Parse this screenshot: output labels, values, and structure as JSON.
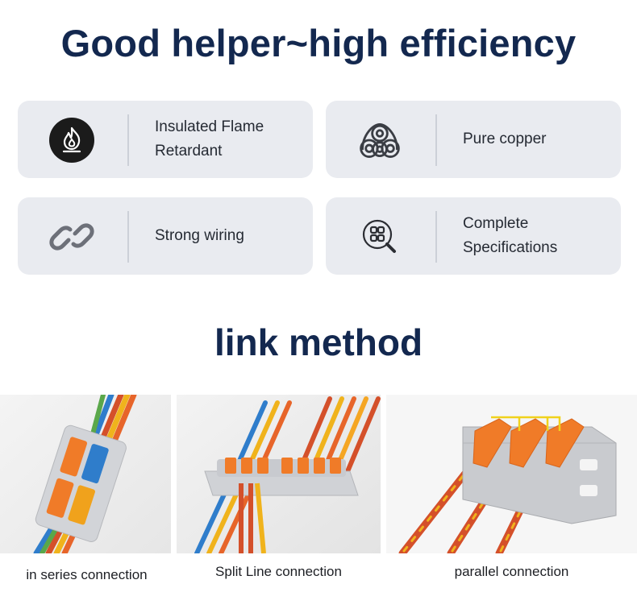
{
  "header": {
    "title": "Good helper~high efficiency"
  },
  "features": [
    {
      "label": "Insulated Flame Retardant",
      "icon": "flame-icon"
    },
    {
      "label": "Pure copper",
      "icon": "copper-wire-icon"
    },
    {
      "label": "Strong wiring",
      "icon": "link-icon"
    },
    {
      "label": "Complete Specifications",
      "icon": "specifications-search-icon"
    }
  ],
  "section": {
    "title": "link method"
  },
  "methods": [
    {
      "caption": "in series connection"
    },
    {
      "caption": "Split Line connection"
    },
    {
      "caption": "parallel connection"
    }
  ],
  "colors": {
    "heading": "#13284f",
    "card_bg": "#e9ebf0",
    "connector_orange": "#f07b28",
    "connector_gray": "#c9cbcf"
  }
}
